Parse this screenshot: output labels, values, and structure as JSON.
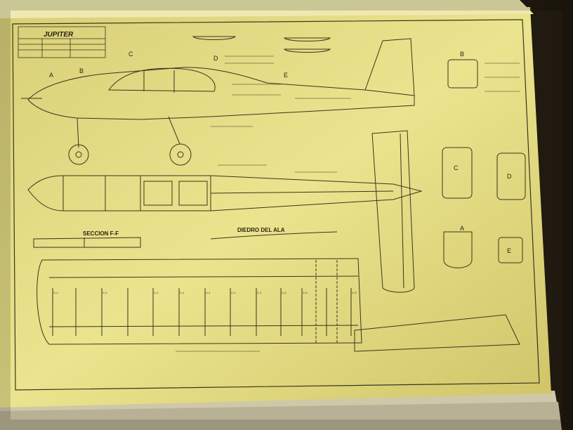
{
  "plan": {
    "model_name": "JUPITER",
    "letters": [
      "A",
      "B",
      "C",
      "D",
      "E"
    ],
    "section_label": "SECCION  F-F",
    "dihedral_label": "DIEDRO DEL ALA",
    "section_marks": [
      "C",
      "D",
      "A",
      "E",
      "B"
    ],
    "rib_labels": [
      "C-1",
      "C-1",
      "C-1",
      "C-1",
      "C-1",
      "C-1",
      "C-1",
      "C-2",
      "C-3",
      "C-3"
    ]
  },
  "colors": {
    "paper": "#e8e08a",
    "paper_shadow": "#c9bf62",
    "ink": "#3b351a",
    "background": "#2c2416"
  }
}
